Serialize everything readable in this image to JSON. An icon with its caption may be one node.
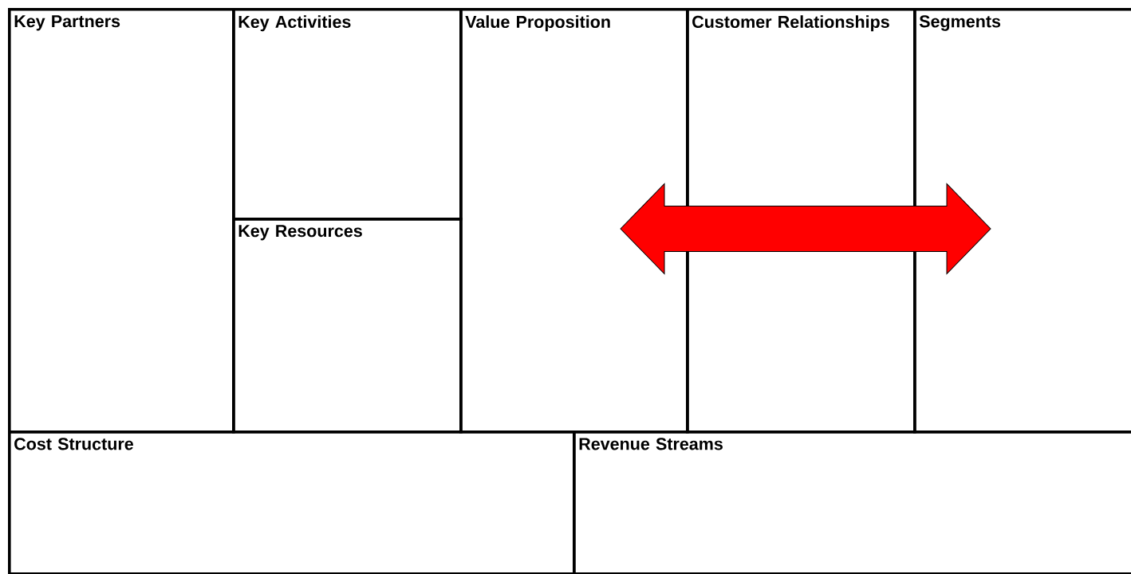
{
  "diagram": {
    "nodes": [
      {
        "text": [
          "Key Partners"
        ]
      },
      {
        "text": [
          "Key Activities"
        ]
      },
      {
        "text": [
          "Key Resources"
        ]
      },
      {
        "text": [
          "Value Proposition"
        ]
      },
      {
        "text": [
          "Customer Relationships"
        ]
      },
      {
        "text": [
          "Segments"
        ]
      },
      {
        "text": [
          "Cost Structure"
        ]
      },
      {
        "text": [
          "Revenue Streams"
        ]
      }
    ],
    "edges": [
      {
        "from": 3,
        "to": 5,
        "arrow": "both",
        "style": "thick",
        "color": "#ff0000"
      }
    ]
  }
}
